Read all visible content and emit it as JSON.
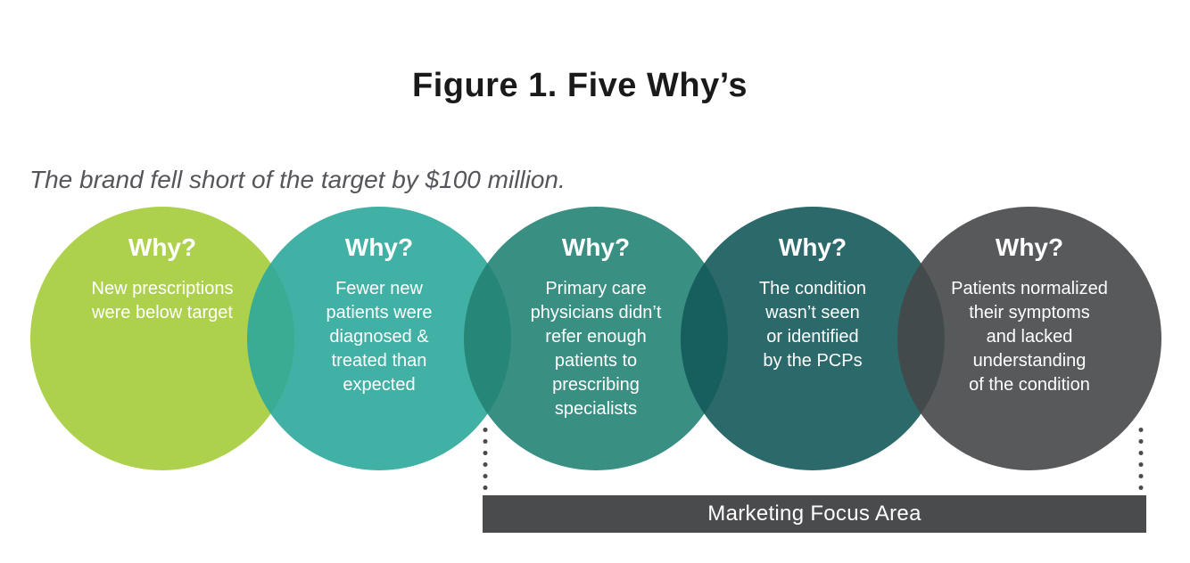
{
  "figure": {
    "title": "Figure 1. Five Why’s",
    "subtitle": "The brand fell short of the target by $100 million."
  },
  "circles": [
    {
      "heading": "Why?",
      "body": "New prescriptions\nwere below target",
      "fill": "rgba(165,204,58,0.9)",
      "display_hex": "#aed14e"
    },
    {
      "heading": "Why?",
      "body": "Fewer new\npatients were\ndiagnosed &\ntreated than\nexpected",
      "fill": "rgba(44,167,155,0.9)",
      "display_hex": "#41b0a5"
    },
    {
      "heading": "Why?",
      "body": "Primary care\nphysicians didn’t\nrefer enough\npatients to\nprescribing\nspecialists",
      "fill": "rgba(36,131,116,0.9)",
      "display_hex": "#3a8f82"
    },
    {
      "heading": "Why?",
      "body": "The condition\nwasn’t seen\nor identified\nby the PCPs",
      "fill": "rgba(20,89,91,0.9)",
      "display_hex": "#2b6a6b"
    },
    {
      "heading": "Why?",
      "body": "Patients normalized\ntheir symptoms\nand lacked\nunderstanding\nof the condition",
      "fill": "rgba(69,71,73,0.9)",
      "display_hex": "#58595b"
    }
  ],
  "focus_bar": {
    "label": "Marketing Focus Area",
    "fill": "#4a4b4d",
    "text_color": "#ffffff"
  },
  "colors": {
    "title_text": "#1a1a1a",
    "subtitle_text": "#55565a",
    "circle_text": "#ffffff",
    "dotted_line": "#4a4b4d",
    "background": "#ffffff"
  }
}
